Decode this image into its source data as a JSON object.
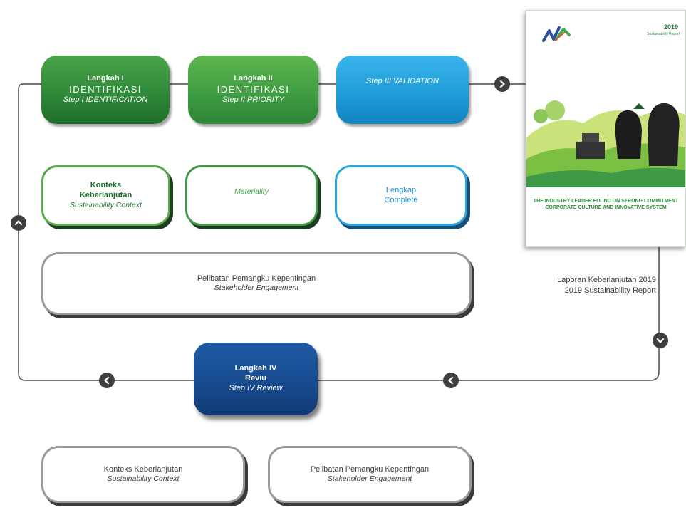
{
  "row1": {
    "step1": {
      "title": "Langkah I",
      "subtitle": "IDENTIFIKASI",
      "english": "Step I IDENTIFICATION"
    },
    "step2": {
      "title": "Langkah II",
      "subtitle": "IDENTIFIKASI",
      "english": "Step II PRIORITY"
    },
    "step3": {
      "english": "Step III VALIDATION"
    }
  },
  "row2": {
    "context": {
      "title": "Konteks",
      "title2": "Keberlanjutan",
      "english": "Sustainability Context"
    },
    "materiality": {
      "label": "Materiality"
    },
    "complete": {
      "title": "Lengkap",
      "title2": "Complete"
    }
  },
  "engagement": {
    "title": "Pelibatan Pemangku Kepentingan",
    "english": "Stakeholder Engagement"
  },
  "report": {
    "year": "2019",
    "cover_sub": "Sustainability Report",
    "cover_text": "THE INDUSTRY LEADER FOUND ON STRONG COMMITMENT CORPORATE CULTURE AND INNOVATIVE SYSTEM",
    "caption_id": "Laporan Keberlanjutan 2019",
    "caption_en": "2019 Sustainability Report"
  },
  "step4": {
    "title": "Langkah IV",
    "subtitle": "Reviu",
    "english": "Step IV Review"
  },
  "bottom": {
    "context": {
      "title": "Konteks Keberlanjutan",
      "english": "Sustainability Context"
    },
    "engagement": {
      "title": "Pelibatan Pemangku Kepentingan",
      "english": "Stakeholder Engagement"
    }
  },
  "colors": {
    "green_dark": "#2f8a39",
    "green_mid": "#3f9d43",
    "blue": "#1f9bd8",
    "navy": "#174a8e",
    "connector": "#4a4a4a"
  },
  "icons": [
    "arrow-right-circle-icon",
    "arrow-up-circle-icon",
    "arrow-down-circle-icon",
    "arrow-left-circle-icon",
    "company-logo-icon"
  ]
}
